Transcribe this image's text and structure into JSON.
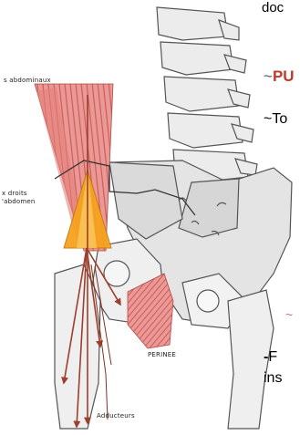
{
  "texts": {
    "top_fragment": "doc",
    "heading_fragment": "PU",
    "heading_tilde": "~",
    "line2_fragment": "~To",
    "dash_fragment": "~",
    "line3_dash": "-",
    "line3_fragment": "F",
    "line4_fragment": "ins"
  },
  "labels": {
    "abdominaux_top": "s abdominaux",
    "abdomen_line1": "x droits",
    "abdomen_line2": "'abdomen",
    "perinee": "PERINEE",
    "adducteurs": "Adducteurs"
  },
  "colors": {
    "muscle": "#e8908c",
    "muscle_stripe": "#cf5a57",
    "arrow": "#9c3f2c",
    "force": "#f5a21e",
    "bone_fill": "#ebebeb",
    "bone_stroke": "#555555",
    "dash_red": "#e06a6a"
  }
}
